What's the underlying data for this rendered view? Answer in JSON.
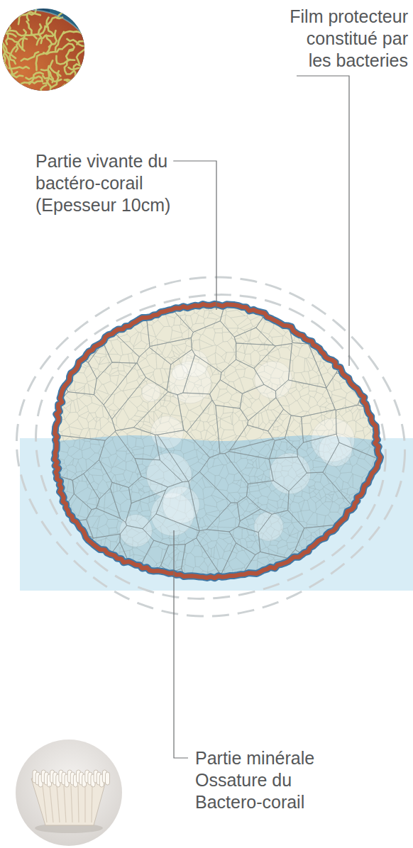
{
  "diagram": {
    "labels": [
      "Film protecteur constitué par les bacteries",
      "Partie vivante du bactéro-corail (Epesseur 10cm)",
      "Partie minérale Ossature du Bactero-corail"
    ]
  }
}
